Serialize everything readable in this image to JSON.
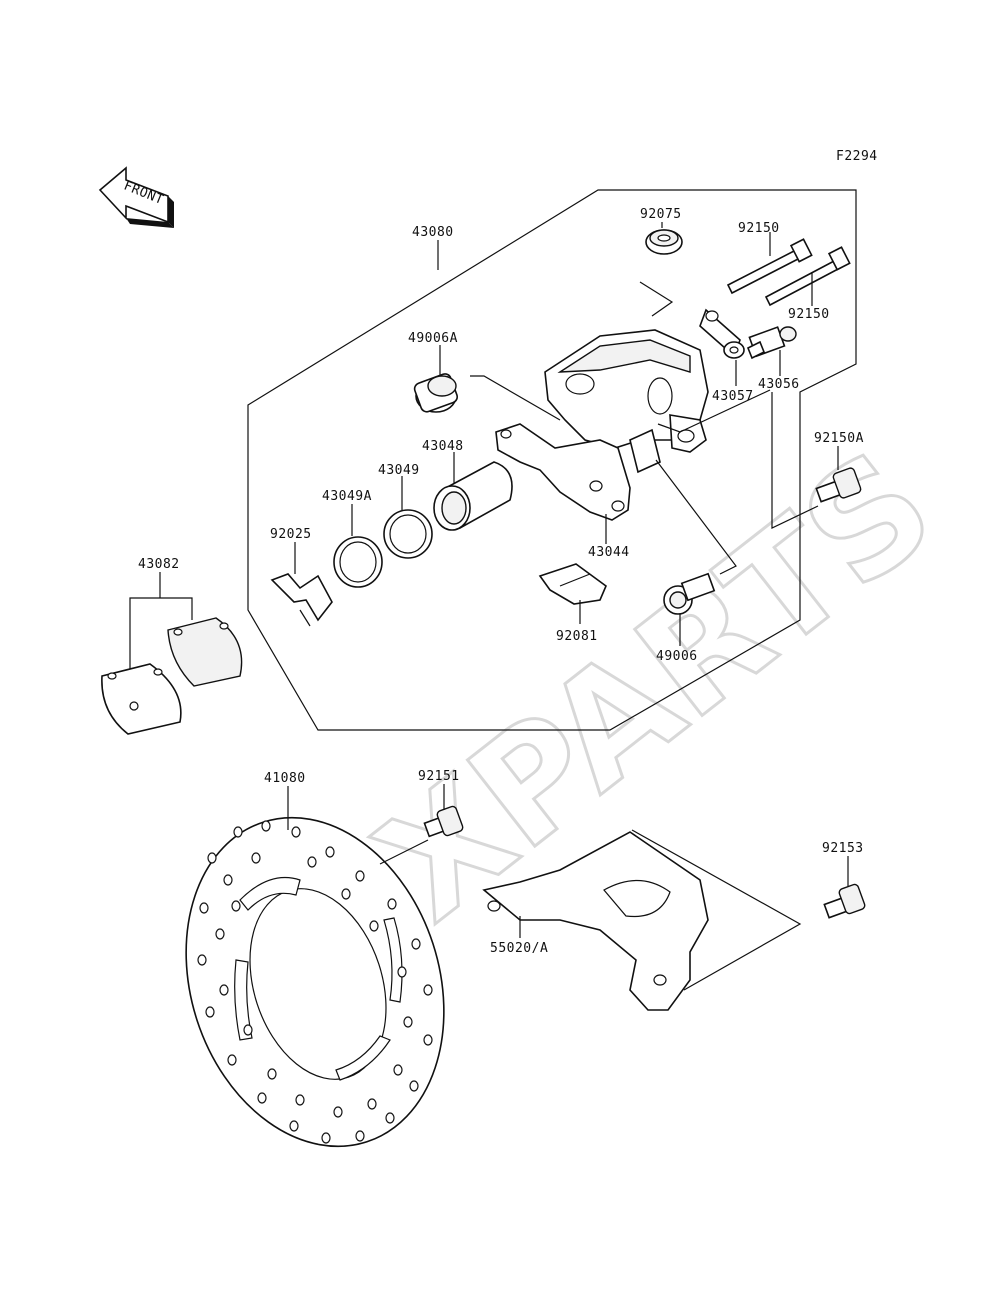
{
  "figure_code": "F2294",
  "front_marker": "FRONT",
  "watermark": "XPARTS",
  "parts": [
    {
      "id": "p43080",
      "label": "43080"
    },
    {
      "id": "p92075",
      "label": "92075"
    },
    {
      "id": "p92150a",
      "label": "92150"
    },
    {
      "id": "p92150b",
      "label": "92150"
    },
    {
      "id": "p49006A",
      "label": "49006A"
    },
    {
      "id": "p43057",
      "label": "43057"
    },
    {
      "id": "p43056",
      "label": "43056"
    },
    {
      "id": "p92150A",
      "label": "92150A"
    },
    {
      "id": "p43048",
      "label": "43048"
    },
    {
      "id": "p43049",
      "label": "43049"
    },
    {
      "id": "p43049A",
      "label": "43049A"
    },
    {
      "id": "p92025",
      "label": "92025"
    },
    {
      "id": "p43044",
      "label": "43044"
    },
    {
      "id": "p43082",
      "label": "43082"
    },
    {
      "id": "p92081",
      "label": "92081"
    },
    {
      "id": "p49006",
      "label": "49006"
    },
    {
      "id": "p41080",
      "label": "41080"
    },
    {
      "id": "p92151",
      "label": "92151"
    },
    {
      "id": "p92153",
      "label": "92153"
    },
    {
      "id": "p55020A",
      "label": "55020/A"
    }
  ]
}
